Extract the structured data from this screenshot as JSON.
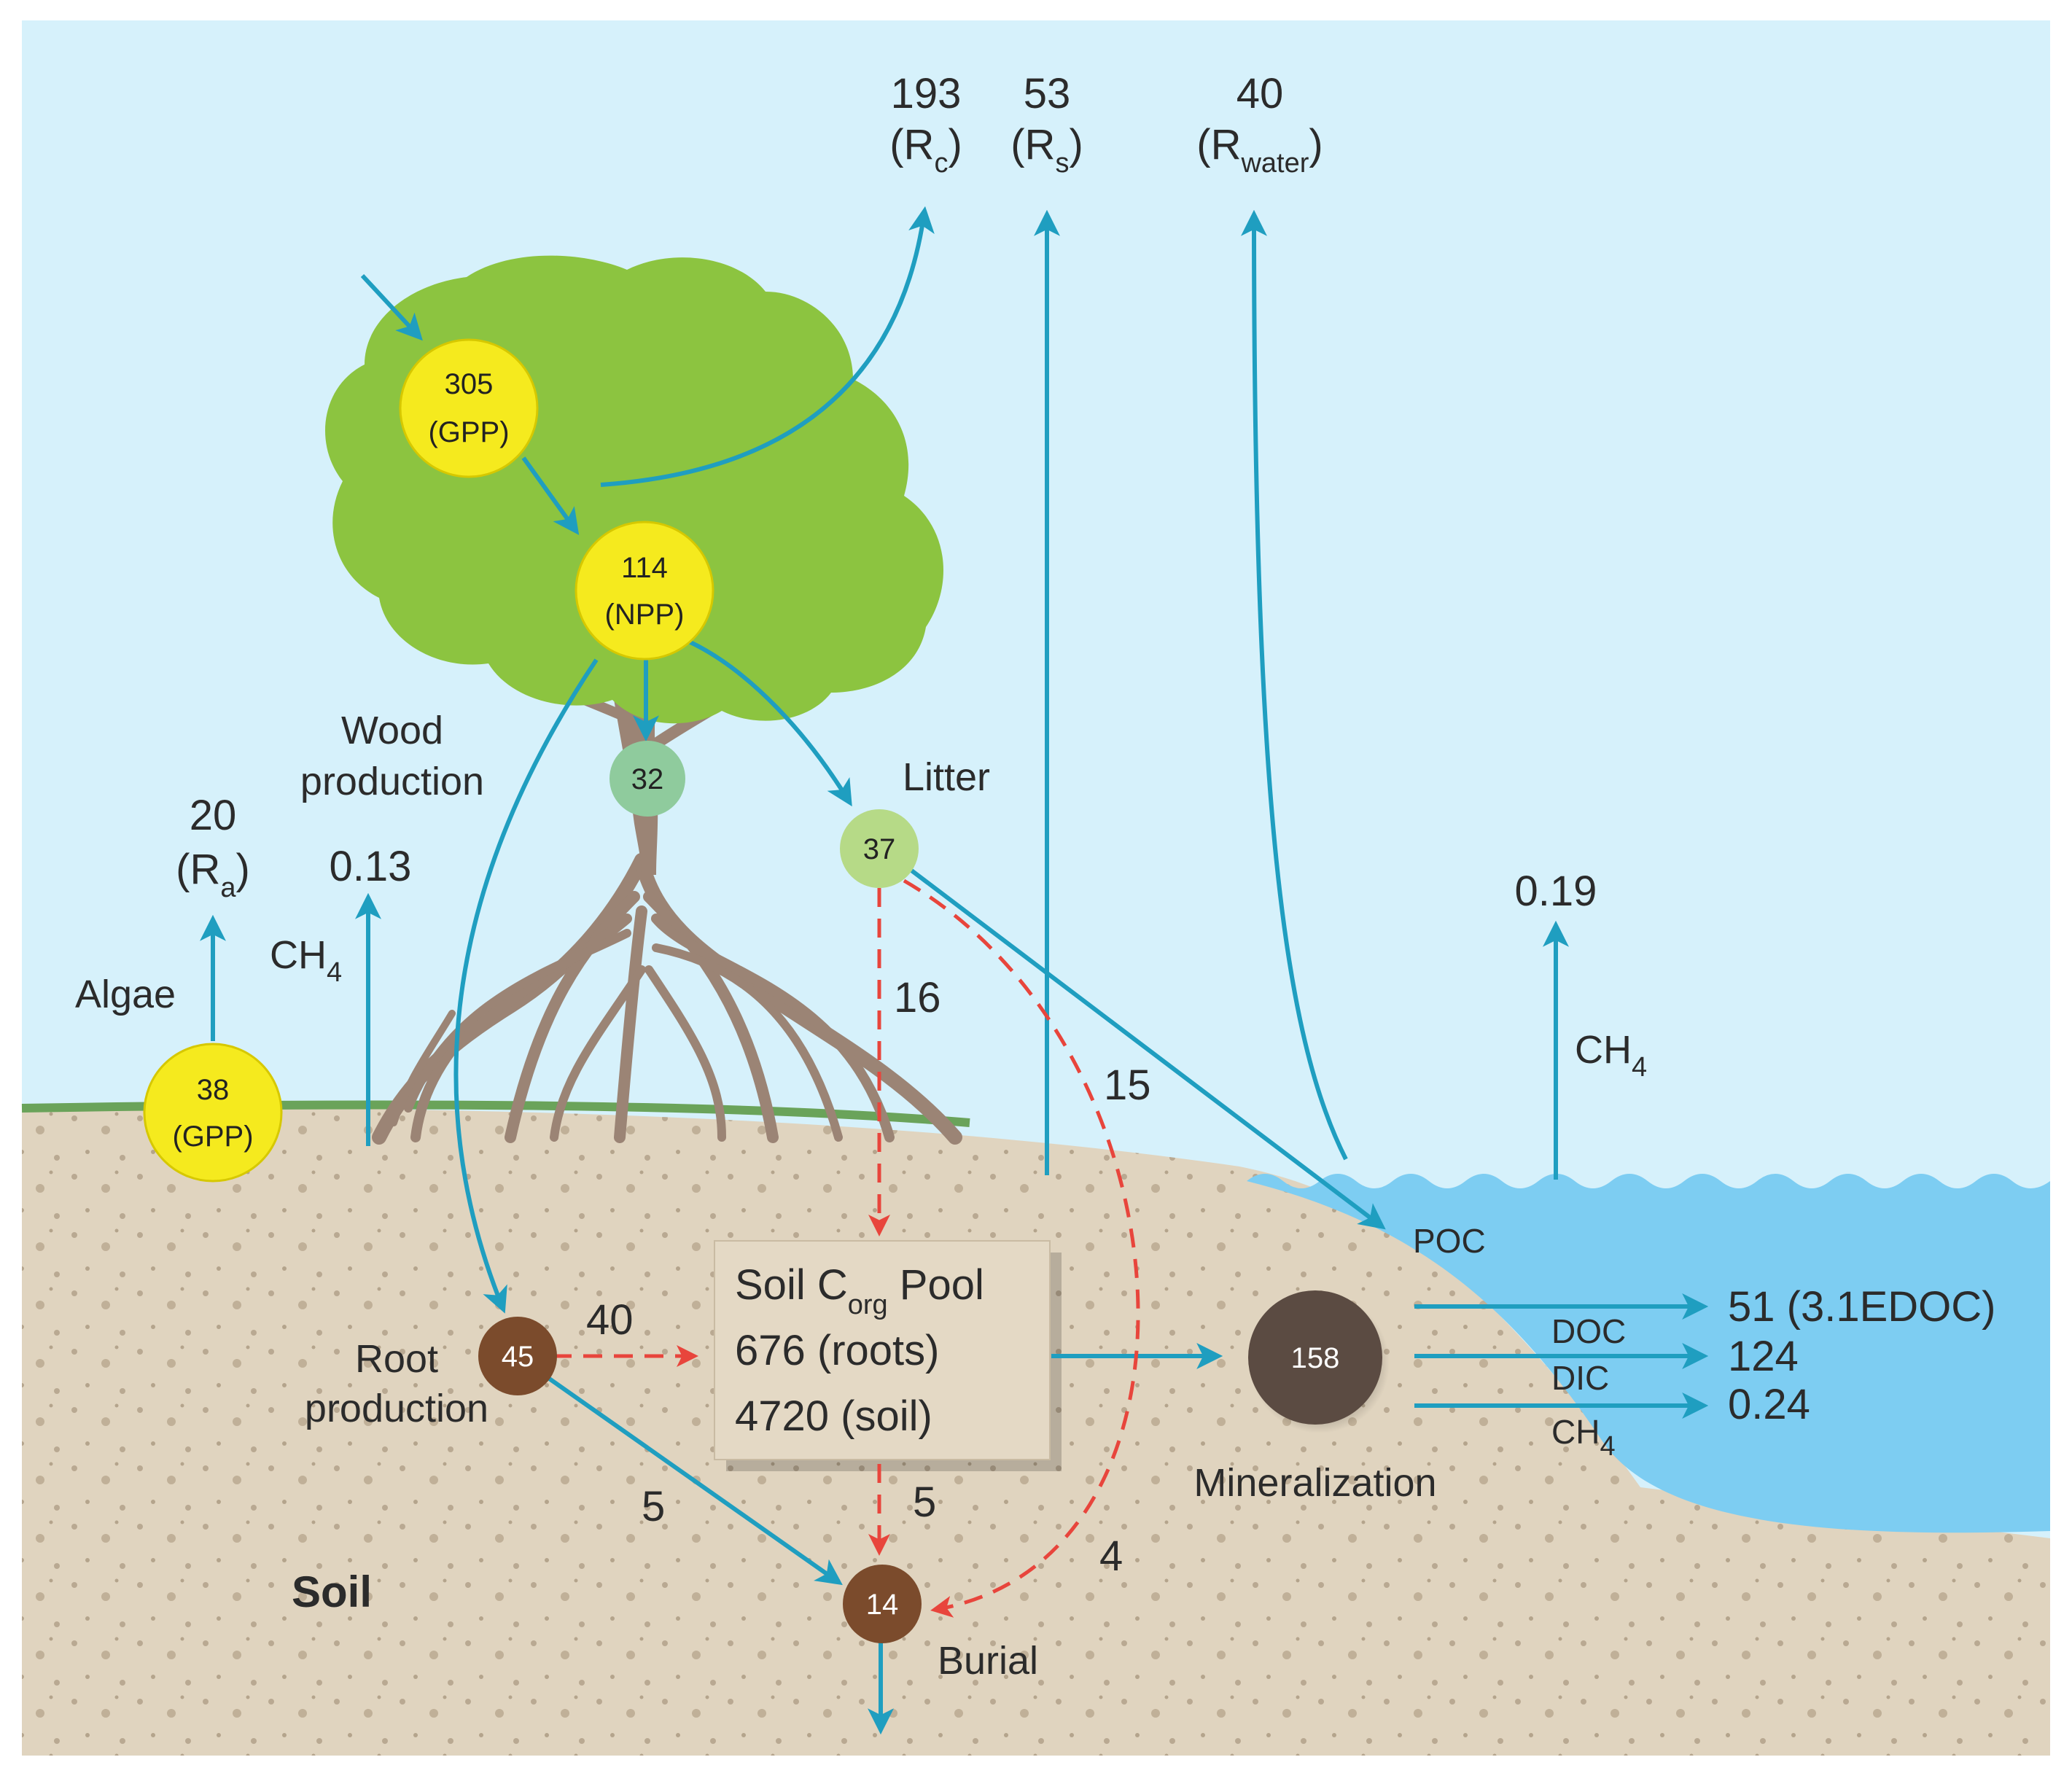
{
  "colors": {
    "sky": "#d6f1fb",
    "soil": "#e0d4bf",
    "water": "#7dcdf2",
    "canopy": "#8cc440",
    "trunk": "#9b8475",
    "flow_arrow": "#1f9ec0",
    "red_dashed_arrow": "#e8453c",
    "gpp_node": "#f5ea1e",
    "wood_node": "#8fcb9d",
    "litter_node": "#b6da87",
    "root_node": "#7b4b2c",
    "mineralization_node": "#5b4b42",
    "grass_line": "#6aa35a"
  },
  "top_fluxes": {
    "rc": {
      "value": "193",
      "label": "(R",
      "sub": "c",
      "close": ")"
    },
    "rs": {
      "value": "53",
      "label": "(R",
      "sub": "s",
      "close": ")"
    },
    "rwater": {
      "value": "40",
      "label": "(R",
      "sub": "water",
      "close": ")"
    }
  },
  "nodes": {
    "gpp_tree": {
      "value": "305",
      "label": "(GPP)"
    },
    "npp": {
      "value": "114",
      "label": "(NPP)"
    },
    "wood": {
      "value": "32"
    },
    "litter": {
      "value": "37",
      "label": "Litter"
    },
    "algae_gpp": {
      "value": "38",
      "label": "(GPP)"
    },
    "root": {
      "value": "45"
    },
    "mineralization": {
      "value": "158",
      "label": "Mineralization"
    },
    "burial": {
      "value": "14",
      "label": "Burial"
    }
  },
  "labels": {
    "wood_production": [
      "Wood",
      "production"
    ],
    "root_production": [
      "Root",
      "production"
    ],
    "algae": "Algae",
    "soil": "Soil",
    "poc": "POC"
  },
  "algae_respiration": {
    "value": "20",
    "label": "(R",
    "sub": "a",
    "close": ")"
  },
  "ch4_soil": {
    "value": "0.13",
    "label": "CH",
    "sub": "4"
  },
  "ch4_water": {
    "value": "0.19",
    "label": "CH",
    "sub": "4"
  },
  "flux_values": {
    "litter_to_soil": "16",
    "litter_to_water": "15",
    "root_to_pool": "40",
    "root_to_burial": "5",
    "pool_to_burial": "5",
    "litter_to_burial": "4"
  },
  "soil_pool": {
    "title_pre": "Soil C",
    "title_sub": "org",
    "title_post": " Pool",
    "roots": "676 (roots)",
    "soil": "4720 (soil)"
  },
  "export": {
    "doc": {
      "label": "DOC",
      "value": "51 (3.1EDOC)"
    },
    "dic": {
      "label": "DIC",
      "value": "124"
    },
    "ch4": {
      "label": "CH",
      "sub": "4",
      "value": "0.24"
    }
  }
}
